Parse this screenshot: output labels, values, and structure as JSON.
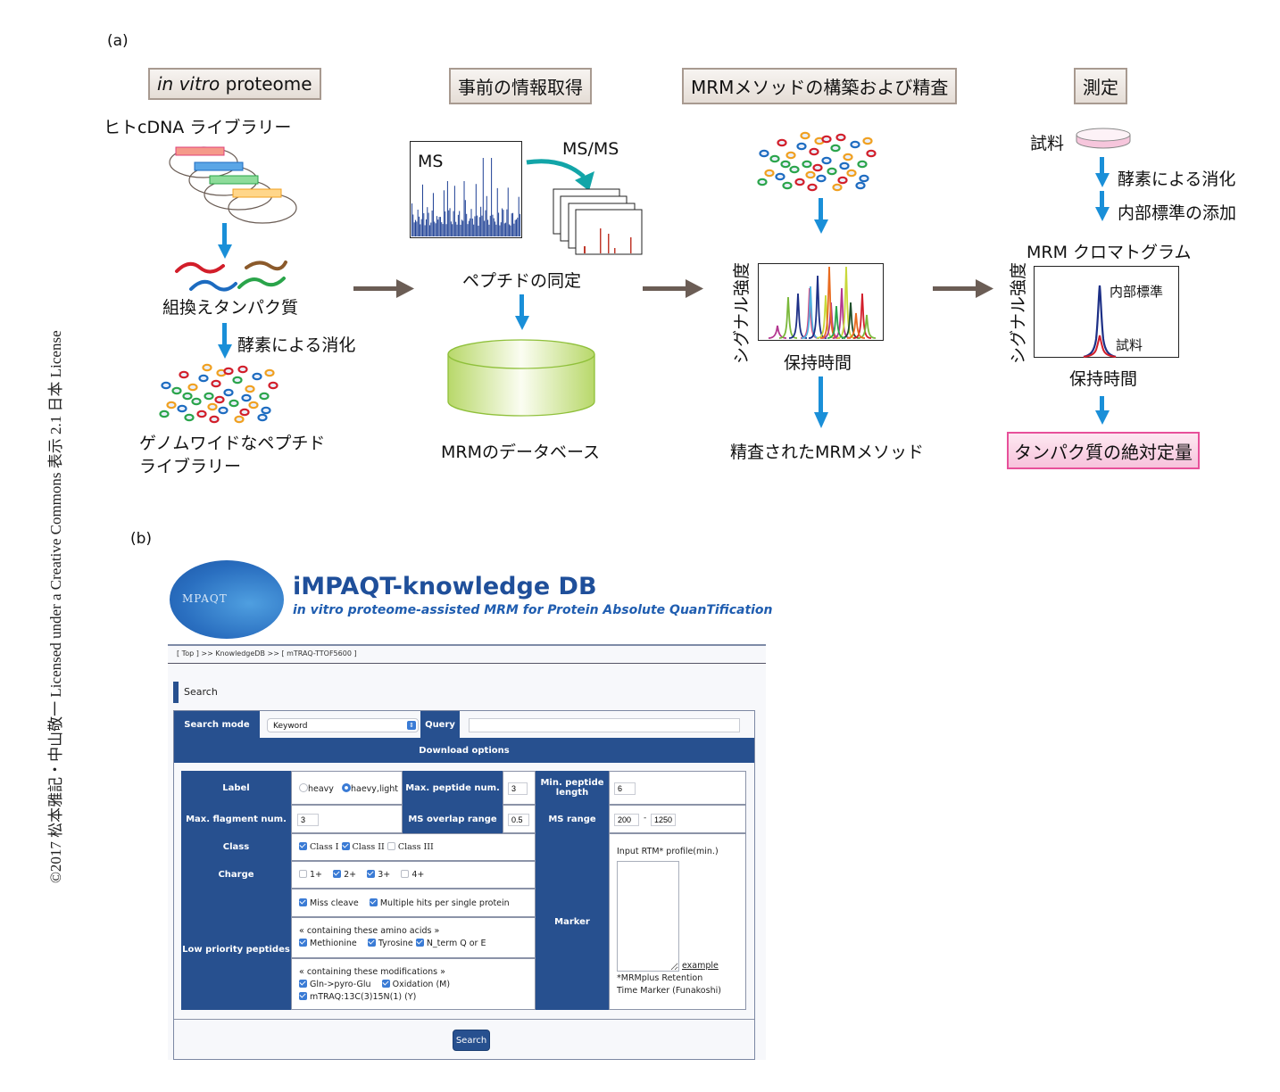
{
  "license": "©2017 松本雅記・中山敬一 Licensed under a Creative Commons 表示 2.1 日本 License",
  "panel_a": {
    "label": "(a)",
    "stages": [
      {
        "title_italic": "in vitro",
        "title_rest": " proteome"
      },
      {
        "title": "事前の情報取得"
      },
      {
        "title": "MRMメソッドの構築および精査"
      },
      {
        "title": "測定"
      }
    ],
    "stage1": {
      "cdna_library": "ヒトcDNA ライブラリー",
      "recombinant": "組換えタンパク質",
      "digestion": "酵素による消化",
      "peptide_library_line1": "ゲノムワイドなペプチド",
      "peptide_library_line2": "ライブラリー"
    },
    "stage2": {
      "ms_label": "MS",
      "msms_label": "MS/MS",
      "identification": "ペプチドの同定",
      "database": "MRMのデータベース"
    },
    "stage3": {
      "y_axis": "シグナル強度",
      "x_axis": "保持時間",
      "result": "精査されたMRMメソッド"
    },
    "stage4": {
      "sample": "試料",
      "digestion": "酵素による消化",
      "internal_std_add": "内部標準の添加",
      "chromatogram_title": "MRM クロマトグラム",
      "y_axis": "シグナル強度",
      "x_axis": "保持時間",
      "peak_internal": "内部標準",
      "peak_sample": "試料",
      "result": "タンパク質の絶対定量"
    },
    "colors": {
      "flow_arrow": "#1a8fd8",
      "stage_arrow": "#6b5d55",
      "msms_arrow": "#12a5a8",
      "result_border": "#e7509a"
    }
  },
  "panel_b": {
    "label": "(b)",
    "logo_text": "MPAQT",
    "site_title": "iMPAQT-knowledge DB",
    "site_subtitle": "in vitro proteome-assisted MRM for Protein Absolute QuanTification",
    "breadcrumb": "[ Top ] >> KnowledgeDB >> [ mTRAQ-TTOF5600 ]",
    "section_title": "Search",
    "search_mode_label": "Search mode",
    "search_mode_value": "Keyword",
    "query_label": "Query",
    "query_value": "",
    "download_options": "Download options",
    "label_label": "Label",
    "label_options": [
      {
        "text": "heavy",
        "selected": false
      },
      {
        "text": "haevy,light",
        "selected": true
      }
    ],
    "max_peptide_label": "Max. peptide num.",
    "max_peptide_value": "3",
    "min_peptide_label_1": "Min. peptide",
    "min_peptide_label_2": "length",
    "min_peptide_value": "6",
    "max_fragment_label": "Max. flagment num.",
    "max_fragment_value": "3",
    "ms_overlap_label": "MS overlap range",
    "ms_overlap_value": "0.5",
    "ms_range_label": "MS range",
    "ms_range_min": "200",
    "ms_range_sep": "-",
    "ms_range_max": "1250",
    "class_label": "Class",
    "class_options": [
      {
        "text": "Class I",
        "checked": true
      },
      {
        "text": "Class II",
        "checked": true
      },
      {
        "text": "Class III",
        "checked": false
      }
    ],
    "charge_label": "Charge",
    "charge_options": [
      {
        "text": "1+",
        "checked": false
      },
      {
        "text": "2+",
        "checked": true
      },
      {
        "text": "3+",
        "checked": true
      },
      {
        "text": "4+",
        "checked": false
      }
    ],
    "low_priority_label": "Low priority peptides",
    "low_priority_general": [
      {
        "text": "Miss cleave",
        "checked": true
      },
      {
        "text": "Multiple hits per single protein",
        "checked": true
      }
    ],
    "amino_acids_heading": "« containing these amino acids »",
    "amino_acids": [
      {
        "text": "Methionine",
        "checked": true
      },
      {
        "text": "Tyrosine",
        "checked": true
      },
      {
        "text": "N_term Q or E",
        "checked": true
      }
    ],
    "modifications_heading": "« containing these modifications »",
    "modifications": [
      {
        "text": "Gln->pyro-Glu",
        "checked": true
      },
      {
        "text": "Oxidation (M)",
        "checked": true
      },
      {
        "text": "mTRAQ:13C(3)15N(1) (Y)",
        "checked": true
      }
    ],
    "marker_label": "Marker",
    "rtm_label": "Input RTM* profile(min.)",
    "rtm_value": "",
    "example_link": "example",
    "rtm_note_1": "*MRMplus Retention",
    "rtm_note_2": "Time Marker (Funakoshi)",
    "search_button": "Search",
    "colors": {
      "header_blue": "#27508f",
      "checkbox_blue": "#3a7bd5",
      "title_blue": "#1f4f9a"
    }
  }
}
